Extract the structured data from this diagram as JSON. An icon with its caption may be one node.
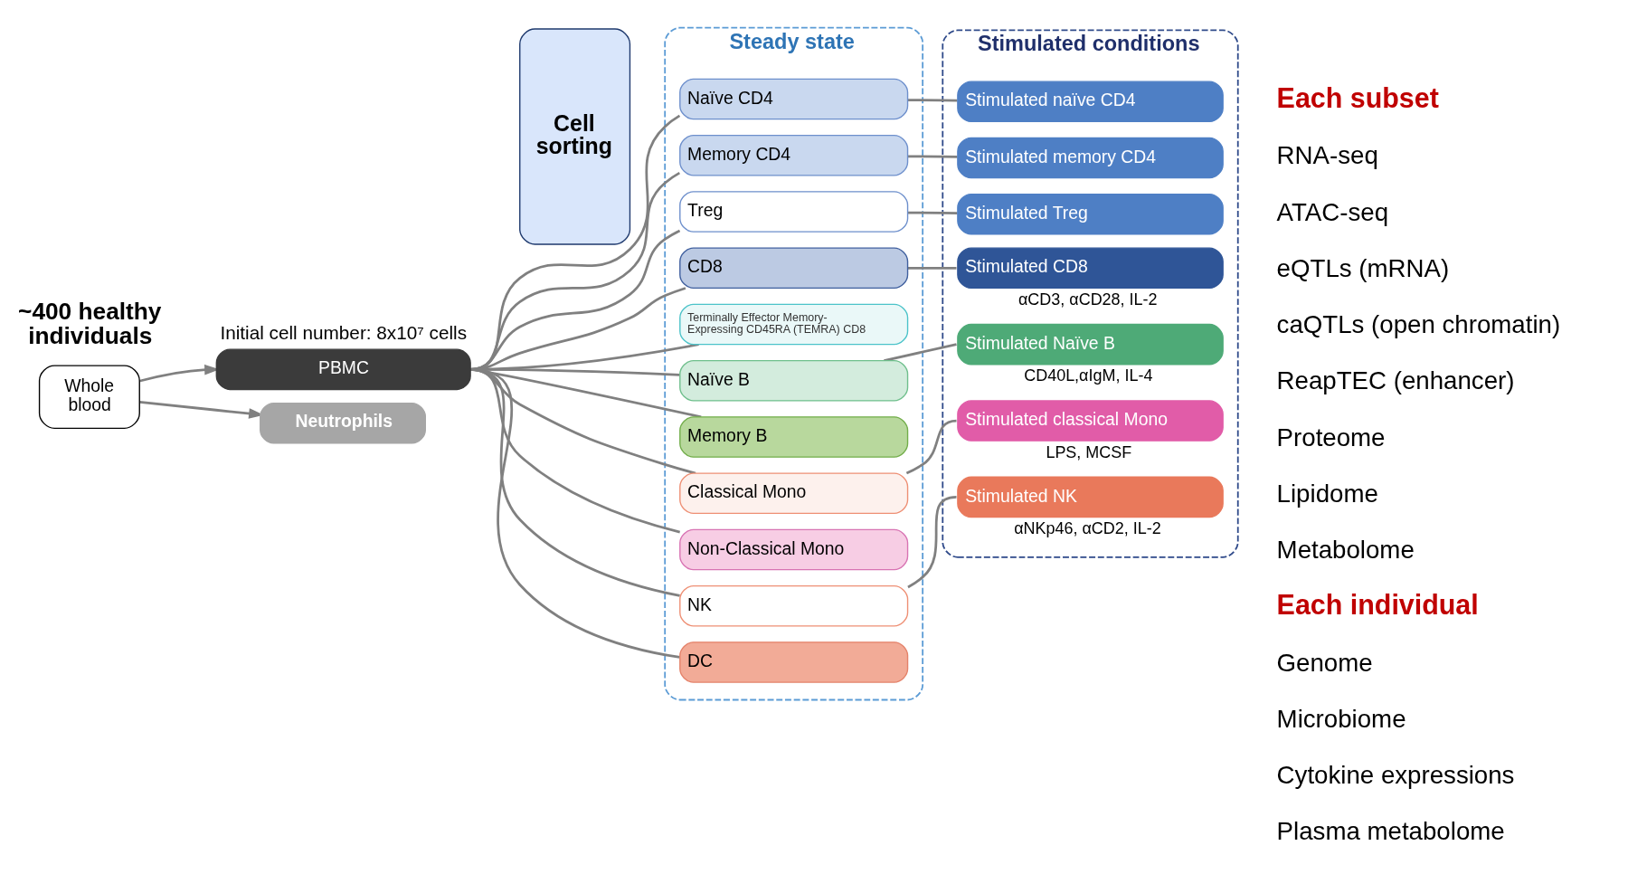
{
  "diagram": {
    "nodes": [
      {
        "text": [
          "Whole blood"
        ]
      },
      {
        "text": [
          "PBMC"
        ],
        "beside": [
          "Initial cell number: 8x10⁷ cells"
        ]
      },
      {
        "text": [
          "Neutrophils"
        ]
      },
      {
        "text": [
          "Cell sorting"
        ]
      },
      {
        "text": [
          "Steady state"
        ]
      },
      {
        "text": [
          "Naïve CD4"
        ],
        "in": 4
      },
      {
        "text": [
          "Memory CD4"
        ],
        "in": 4
      },
      {
        "text": [
          "Treg"
        ],
        "in": 4
      },
      {
        "text": [
          "CD8"
        ],
        "in": 4
      },
      {
        "text": [
          "Terminally Effector Memory-Expressing CD45RA (TEMRA) CD8"
        ],
        "in": 4
      },
      {
        "text": [
          "Naïve B"
        ],
        "in": 4
      },
      {
        "text": [
          "Memory B"
        ],
        "in": 4
      },
      {
        "text": [
          "Classical Mono"
        ],
        "in": 4
      },
      {
        "text": [
          "Non-Classical Mono"
        ],
        "in": 4
      },
      {
        "text": [
          "NK"
        ],
        "in": 4
      },
      {
        "text": [
          "DC"
        ],
        "in": 4
      },
      {
        "text": [
          "Stimulated conditions"
        ]
      },
      {
        "text": [
          "Stimulated naïve CD4"
        ],
        "in": 16
      },
      {
        "text": [
          "Stimulated memory CD4"
        ],
        "in": 16
      },
      {
        "text": [
          "Stimulated Treg"
        ],
        "in": 16
      },
      {
        "text": [
          "Stimulated CD8"
        ],
        "in": 16,
        "beside": [
          "αCD3, αCD28, IL-2"
        ]
      },
      {
        "text": [
          "Stimulated Naïve B"
        ],
        "in": 16,
        "beside": [
          "CD40L,αIgM, IL-4"
        ]
      },
      {
        "text": [
          "Stimulated classical Mono"
        ],
        "in": 16,
        "beside": [
          "LPS, MCSF"
        ]
      },
      {
        "text": [
          "Stimulated NK"
        ],
        "in": 16,
        "beside": [
          "αNKp46, αCD2, IL-2"
        ]
      }
    ],
    "edges": [
      {
        "from": 0,
        "to": 1,
        "arrow": "to"
      },
      {
        "from": 0,
        "to": 2,
        "arrow": "to"
      },
      {
        "from": 1,
        "to": 5,
        "arrow": "none"
      },
      {
        "from": 1,
        "to": 6,
        "arrow": "none"
      },
      {
        "from": 1,
        "to": 7,
        "arrow": "none"
      },
      {
        "from": 1,
        "to": 8,
        "arrow": "none"
      },
      {
        "from": 1,
        "to": 9,
        "arrow": "none"
      },
      {
        "from": 1,
        "to": 10,
        "arrow": "none"
      },
      {
        "from": 1,
        "to": 11,
        "arrow": "none"
      },
      {
        "from": 1,
        "to": 12,
        "arrow": "none"
      },
      {
        "from": 1,
        "to": 13,
        "arrow": "none"
      },
      {
        "from": 1,
        "to": 14,
        "arrow": "none"
      },
      {
        "from": 1,
        "to": 15,
        "arrow": "none"
      },
      {
        "from": 5,
        "to": 17,
        "arrow": "none"
      },
      {
        "from": 6,
        "to": 18,
        "arrow": "none"
      },
      {
        "from": 7,
        "to": 19,
        "arrow": "none"
      },
      {
        "from": 8,
        "to": 20,
        "arrow": "none"
      },
      {
        "from": 10,
        "to": 21,
        "arrow": "none"
      },
      {
        "from": 12,
        "to": 22,
        "arrow": "none"
      },
      {
        "from": 14,
        "to": 23,
        "arrow": "none"
      }
    ],
    "labels": [
      "~400 healthy individuals",
      "Each subset",
      "RNA-seq",
      "ATAC-seq",
      "eQTLs (mRNA)",
      "caQTLs (open chromatin)",
      "ReapTEC (enhancer)",
      "Proteome",
      "Lipidome",
      "Metabolome",
      "Each individual",
      "Genome",
      "Microbiome",
      "Cytokine expressions",
      "Plasma metabolome"
    ]
  }
}
